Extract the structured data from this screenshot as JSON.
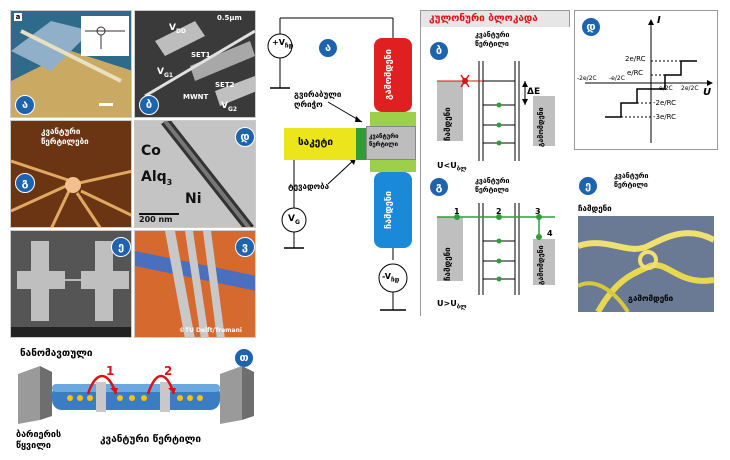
{
  "photos": {
    "a": {
      "badge": "ა",
      "tag": "a"
    },
    "b": {
      "badge": "ბ",
      "vdd": "V",
      "vdd_sub": "DD",
      "scale": "0.5μm",
      "set1": "SET1",
      "set2": "SET2",
      "vg1": "V",
      "vg1_sub": "G1",
      "vg2": "V",
      "vg2_sub": "G2",
      "mwnt": "MWNT"
    },
    "g": {
      "badge": "გ",
      "label_line1": "კვანტური",
      "label_line2": "წერტილები"
    },
    "d": {
      "badge": "დ",
      "co": "Co",
      "alq": "Alq",
      "alq_sub": "3",
      "ni": "Ni",
      "scale": "200 nm"
    },
    "e": {
      "badge": "ე"
    },
    "v": {
      "badge": "ვ",
      "credit": "©TU Delft/Tremani"
    }
  },
  "circuit": {
    "badge": "ა",
    "vsd": "+V",
    "vsd_sub": "ჩდ",
    "drain": "გამომდენი",
    "tunnel_line1": "გვირაბული",
    "tunnel_line2": "ღრიჭო",
    "gate": "საკეტი",
    "qd_line1": "კვანტური",
    "qd_line2": "წერტილი",
    "capacitance": "ტევადობა",
    "vg": "V",
    "vg_sub": "G",
    "source": "ჩამდენი",
    "vbottom": "-V",
    "vbottom_sub": "ჩდ"
  },
  "blockade": {
    "title": "კულონური ბლოკადა",
    "top": {
      "badge": "ბ",
      "qd_line1": "კვანტური",
      "qd_line2": "წერტილი",
      "source": "ჩამდენი",
      "drain": "გამომდენი",
      "delta": "ΔE",
      "cond": "U<U",
      "cond_sub": "ბლ"
    },
    "bottom": {
      "badge": "გ",
      "qd_line1": "კვანტური",
      "qd_line2": "წერტილი",
      "source": "ჩამდენი",
      "drain": "გამომდენი",
      "p1": "1",
      "p2": "2",
      "p3": "3",
      "p4": "4",
      "cond": "U>U",
      "cond_sub": "ბლ"
    }
  },
  "iv": {
    "badge": "დ",
    "i_label": "I",
    "u_label": "U",
    "t1": "2e/RC",
    "t2": "e/RC",
    "t3": "-2e/RC",
    "t4": "-3e/RC",
    "x1": "-2e/2C",
    "x2": "-e/2C",
    "x3": "e/2C",
    "x4": "2e/2C"
  },
  "right_photo": {
    "badge": "ე",
    "qd_line1": "კვანტური",
    "qd_line2": "წერტილი",
    "source": "ჩამდენი",
    "drain": "გამომდენი"
  },
  "nanowire": {
    "badge": "თ",
    "title": "ნანომავთული",
    "barrier": "ბარიერის",
    "barrier2": "წყვილი",
    "qd": "კვანტური წერტილი",
    "n1": "1",
    "n2": "2"
  }
}
